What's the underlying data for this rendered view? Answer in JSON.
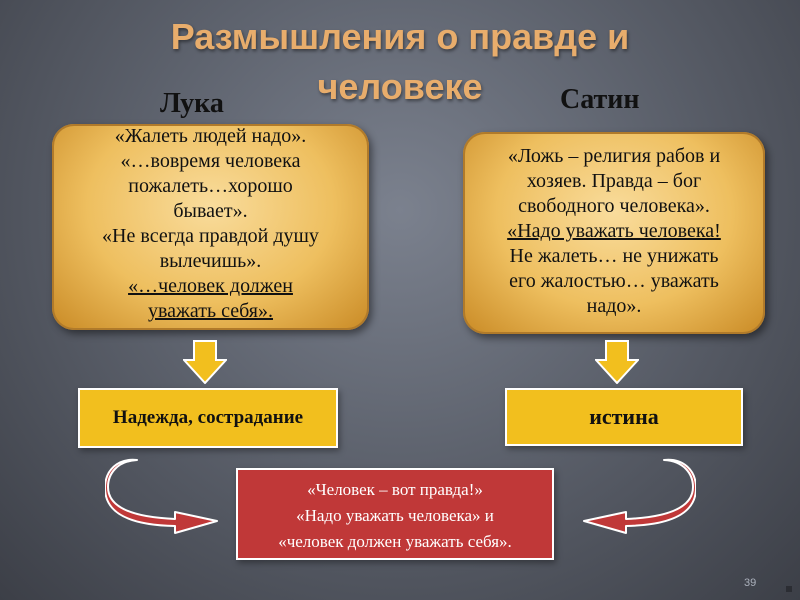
{
  "slide": {
    "title": "Размышления о правде и человеке",
    "page_number": "39"
  },
  "luka": {
    "name": "Лука",
    "quote_lines": [
      "«Жалеть людей надо».",
      "«…вовремя человека",
      "пожалеть…хорошо",
      "бывает».",
      "«Не всегда правдой душу",
      "вылечишь».",
      "«…человек должен",
      "уважать себя»."
    ],
    "result": "Надежда, сострадание"
  },
  "satin": {
    "name": "Сатин",
    "quote_lines": [
      "«Ложь – религия рабов и",
      "хозяев. Правда – бог",
      "свободного человека».",
      "«Надо уважать человека!",
      "Не жалеть… не унижать",
      "его жалостью… уважать",
      "надо»."
    ],
    "result": "истина"
  },
  "conclusion": {
    "lines": [
      "«Человек – вот правда!»",
      "«Надо уважать человека» и",
      "«человек должен уважать себя»."
    ]
  },
  "colors": {
    "title": "#e8ad6c",
    "quote_box": "#eebf5f",
    "result_box": "#f2bf1e",
    "conclusion_box": "#c03838",
    "arrow": "#f2bf1e",
    "curve_arrow": "#c03838"
  },
  "icons": {
    "down_arrow": "down-arrow-icon",
    "curved_arrow": "curved-arrow-icon"
  }
}
